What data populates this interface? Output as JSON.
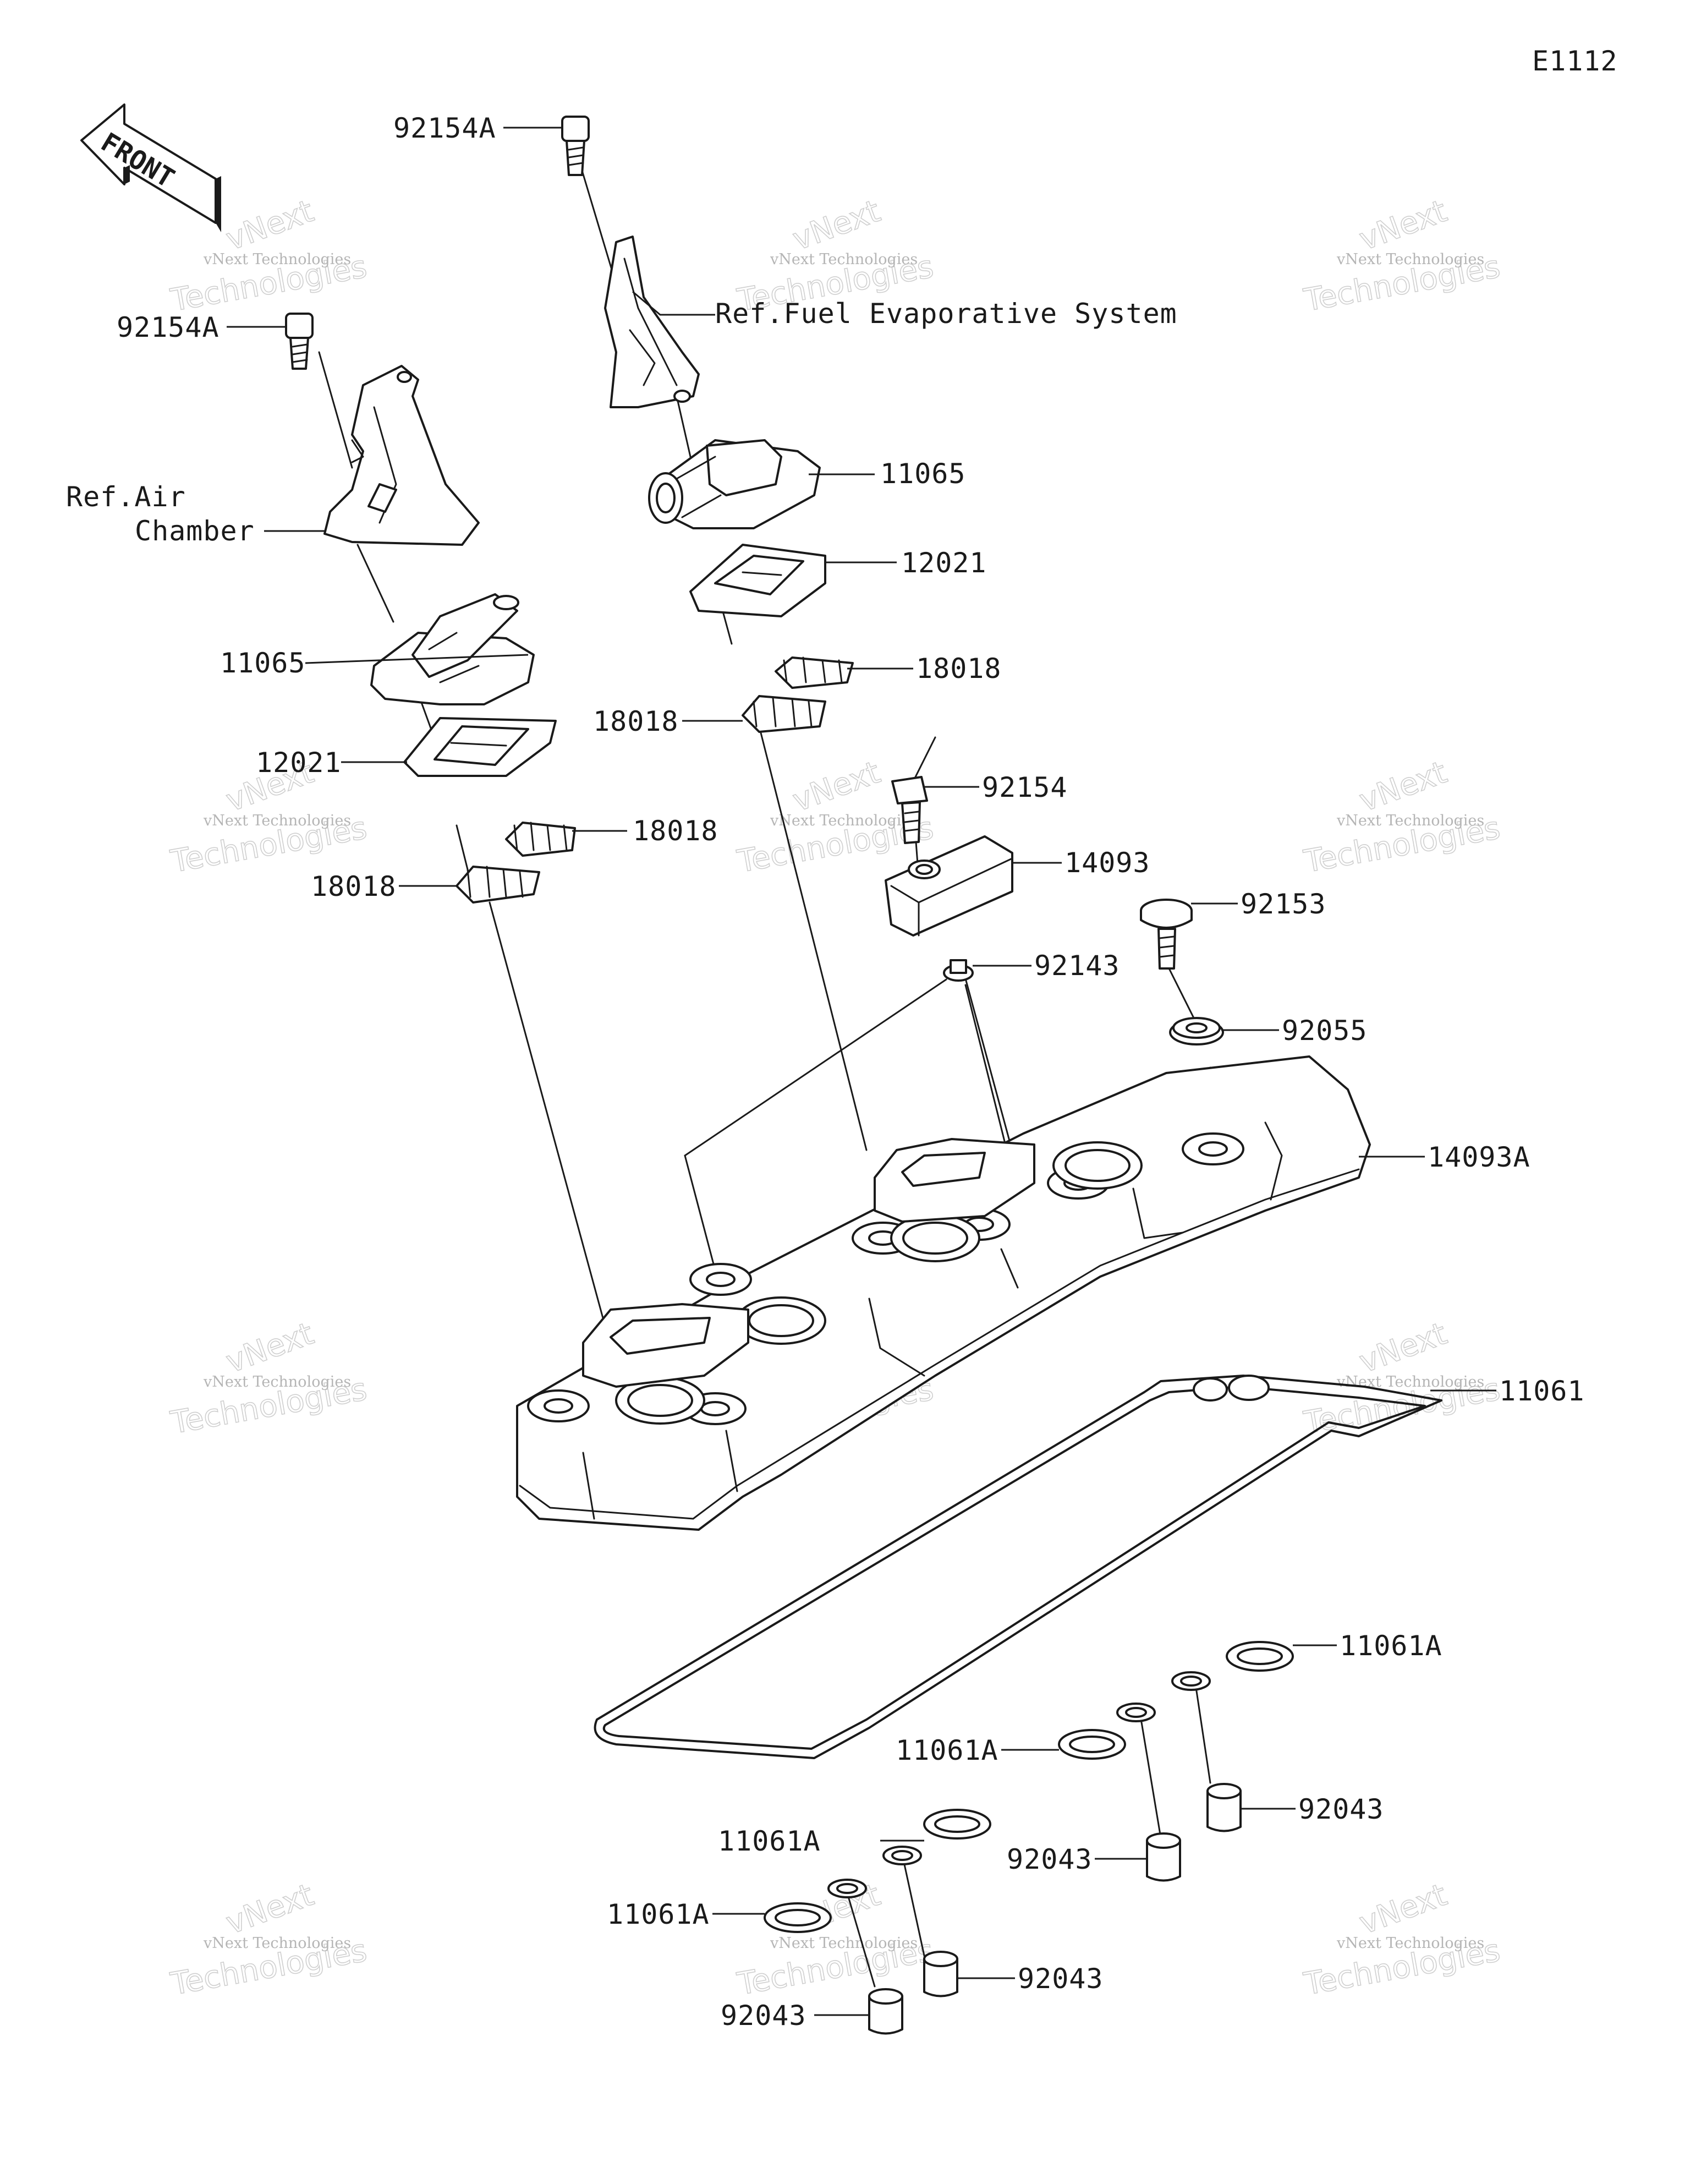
{
  "diagram_code": "E1112",
  "front_arrow": {
    "label": "FRONT"
  },
  "labels": {
    "bolt_92154A_top": "92154A",
    "ref_fuel_evap": "Ref.Fuel Evaporative System",
    "bolt_92154A_left": "92154A",
    "ref_air_line1": "Ref.Air",
    "ref_air_line2": "Chamber",
    "cover_11065_right": "11065",
    "gasket_12021_right": "12021",
    "reed_18018_r1": "18018",
    "reed_18018_r2": "18018",
    "cover_11065_left": "11065",
    "gasket_12021_left": "12021",
    "reed_18018_l1": "18018",
    "reed_18018_l2": "18018",
    "bolt_92154": "92154",
    "cap_14093": "14093",
    "bolt_92153": "92153",
    "washer_92143": "92143",
    "grommet_92055": "92055",
    "head_cover_14093A": "14093A",
    "gasket_11061": "11061",
    "oring_11061A_1": "11061A",
    "oring_11061A_2": "11061A",
    "oring_11061A_3": "11061A",
    "oring_11061A_4": "11061A",
    "pin_92043_1": "92043",
    "pin_92043_2": "92043",
    "pin_92043_3": "92043",
    "pin_92043_4": "92043"
  },
  "watermark": {
    "line1": "vNext Technologies",
    "line2": "Technologies",
    "line3": "vNext"
  }
}
